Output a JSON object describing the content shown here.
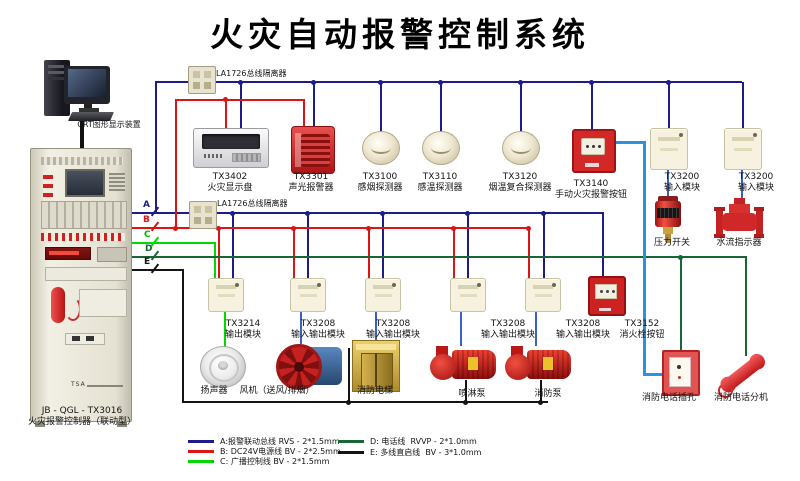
{
  "title": "火灾自动报警控制系统",
  "computer": {
    "label": "CRT图形显示装置"
  },
  "cabinet": {
    "model": "JB - QGL - TX3016",
    "name": "火灾报警控制器（联动型）",
    "brand": "TSA"
  },
  "isolators": {
    "top": "LA1726总线隔离器",
    "mid": "LA1726总线隔离器"
  },
  "tags": {
    "a": "A",
    "b": "B",
    "c": "C",
    "d": "D",
    "e": "E"
  },
  "colors": {
    "bus_a_alarm_loop": "#1c1c8a",
    "bus_b_dc24v": "#dd1414",
    "bus_c_broadcast": "#00d800",
    "bus_d_phone": "#176633",
    "bus_e_direct_start": "#141414",
    "phone_link": "#2a93dd",
    "module_output": "#3a62c0"
  },
  "devices": {
    "display": {
      "model": "TX3402",
      "name": "火灾显示盘"
    },
    "sounder": {
      "model": "TX3301",
      "name": "声光报警器"
    },
    "smoke": {
      "model": "TX3100",
      "name": "感烟探测器"
    },
    "heat": {
      "model": "TX3110",
      "name": "感温探测器"
    },
    "combo": {
      "model": "TX3120",
      "name": "烟温复合探测器"
    },
    "manual": {
      "model": "TX3140",
      "name": "手动火灾报警按钮"
    },
    "input1": {
      "model": "TX3200",
      "name": "输入模块"
    },
    "input2": {
      "model": "TX3200",
      "name": "输入模块"
    },
    "pressure": {
      "name": "压力开关"
    },
    "flow": {
      "name": "水流指示器"
    },
    "out1": {
      "model": "TX3214",
      "name": "输出模块"
    },
    "io1": {
      "model": "TX3208",
      "name": "输入输出模块"
    },
    "io2": {
      "model": "TX3208",
      "name": "输入输出模块"
    },
    "io3": {
      "model": "TX3208",
      "name": "输入输出模块"
    },
    "io4": {
      "model": "TX3208",
      "name": "输入输出模块"
    },
    "hydrant": {
      "model": "TX3152",
      "name": "消火栓按钮"
    },
    "speaker": {
      "name": "扬声器"
    },
    "fan": {
      "name": "风机（送风/排烟）"
    },
    "elevator": {
      "name": "消防电梯"
    },
    "spray_pump": {
      "name": "喷淋泵"
    },
    "fire_pump": {
      "name": "消防泵"
    },
    "phone_jack": {
      "name": "消防电话插孔"
    },
    "phone_ext": {
      "name": "消防电话分机"
    }
  },
  "legend": {
    "a": "A:报警联动总线 RVS - 2*1.5mm",
    "b": "B: DC24V电源线 BV - 2*2.5mm",
    "c": "C: 广播控制线 BV - 2*1.5mm",
    "d": "D: 电话线  RVVP - 2*1.0mm",
    "e": "E: 多线直启线  BV - 3*1.0mm"
  }
}
